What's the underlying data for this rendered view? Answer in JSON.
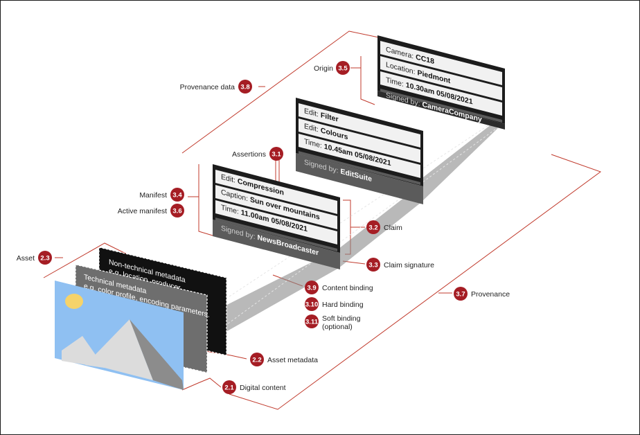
{
  "colors": {
    "accent": "#a51d24",
    "frame_line": "#c0392b",
    "card_dark": "#1c1c1c",
    "card_row": "#f1f1f1",
    "signature_bar": "#5b5b5b",
    "sky": "#8fc0f2",
    "sun": "#f6d36a",
    "mountain_light": "#dcdcdc",
    "mountain_dark": "#8c8c8c"
  },
  "labels": {
    "provenance_data": {
      "text": "Provenance data",
      "badge": "3.8"
    },
    "origin": {
      "text": "Origin",
      "badge": "3.5"
    },
    "assertions": {
      "text": "Assertions",
      "badge": "3.1"
    },
    "manifest": {
      "text": "Manifest",
      "badge": "3.4"
    },
    "active_manifest": {
      "text": "Active manifest",
      "badge": "3.6"
    },
    "claim": {
      "text": "Claim",
      "badge": "3.2"
    },
    "claim_signature": {
      "text": "Claim signature",
      "badge": "3.3"
    },
    "asset": {
      "text": "Asset",
      "badge": "2.3"
    },
    "content_binding": {
      "text": "Content binding",
      "badge": "3.9"
    },
    "hard_binding": {
      "text": "Hard binding",
      "badge": "3.10"
    },
    "soft_binding": {
      "text_line1": "Soft binding",
      "text_line2": "(optional)",
      "badge": "3.11"
    },
    "provenance": {
      "text": "Provenance",
      "badge": "3.7"
    },
    "asset_metadata": {
      "text": "Asset metadata",
      "badge": "2.2"
    },
    "digital_content": {
      "text": "Digital content",
      "badge": "2.1"
    }
  },
  "cards": {
    "origin": {
      "rows": [
        {
          "key": "Camera: ",
          "value": "CC18"
        },
        {
          "key": "Location: ",
          "value": "Piedmont"
        },
        {
          "key": "Time: ",
          "value": "10.30am 05/08/2021"
        }
      ],
      "signed_key": "Signed by: ",
      "signed_value": "CameraCompany"
    },
    "edit": {
      "rows": [
        {
          "key": "Edit: ",
          "value": "Filter"
        },
        {
          "key": "Edit: ",
          "value": "Colours"
        },
        {
          "key": "Time: ",
          "value": "10.45am 05/08/2021"
        }
      ],
      "signed_key": "Signed by: ",
      "signed_value": "EditSuite"
    },
    "active": {
      "rows": [
        {
          "key": "Edit: ",
          "value": "Compression"
        },
        {
          "key": "Caption: ",
          "value": "Sun over mountains"
        },
        {
          "key": "Time: ",
          "value": "11.00am 05/08/2021"
        }
      ],
      "signed_key": "Signed by: ",
      "signed_value": "NewsBroadcaster"
    }
  },
  "metadata": {
    "non_technical_line1": "Non-technical metadata",
    "non_technical_line2": "e.g. location, producer",
    "technical_line1": "Technical metadata",
    "technical_line2": "e.g. color profile, encoding parameters."
  }
}
